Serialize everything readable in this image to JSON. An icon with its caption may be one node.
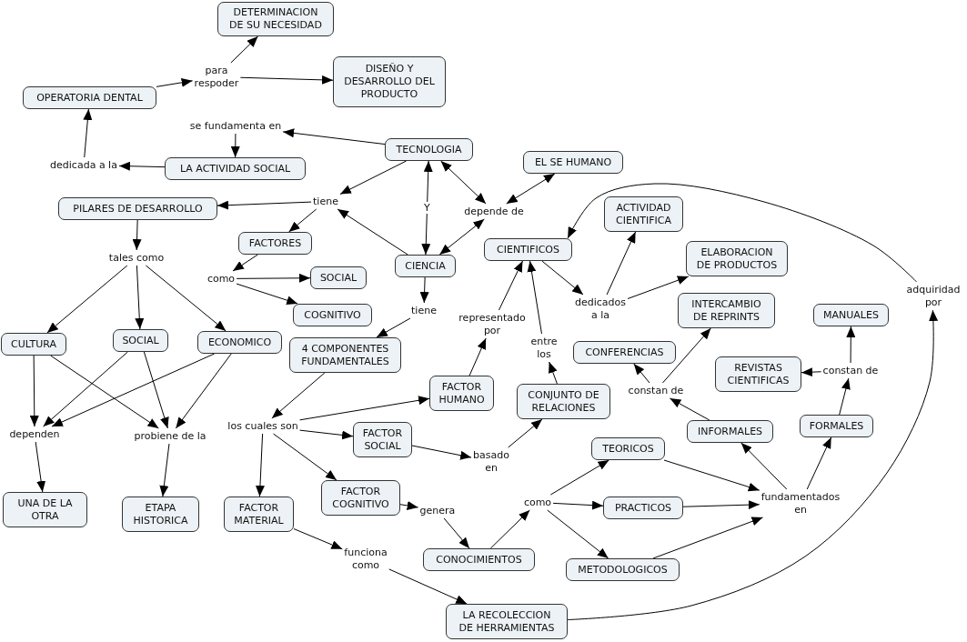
{
  "diagram": {
    "nodes": [
      {
        "text": [
          "DETERMINACION DE SU NECESIDAD"
        ]
      },
      {
        "text": [
          "para respoder"
        ]
      },
      {
        "text": [
          "DISEÑO Y DESARROLLO DEL PRODUCTO"
        ]
      },
      {
        "text": [
          "OPERATORIA DENTAL"
        ]
      },
      {
        "text": [
          "se fundamenta en"
        ]
      },
      {
        "text": [
          "TECNOLOGIA"
        ]
      },
      {
        "text": [
          "dedicada a la"
        ]
      },
      {
        "text": [
          "LA ACTIVIDAD SOCIAL"
        ]
      },
      {
        "text": [
          "EL SE HUMANO"
        ]
      },
      {
        "text": [
          "PILARES DE DESARROLLO"
        ]
      },
      {
        "text": [
          "tiene"
        ]
      },
      {
        "text": [
          "depende de"
        ]
      },
      {
        "text": [
          "ACTIVIDAD CIENTIFICA"
        ]
      },
      {
        "text": [
          "FACTORES"
        ]
      },
      {
        "text": [
          "CIENTIFICOS"
        ]
      },
      {
        "text": [
          "tales como"
        ]
      },
      {
        "text": [
          "CIENCIA"
        ]
      },
      {
        "text": [
          "ELABORACION DE PRODUCTOS"
        ]
      },
      {
        "text": [
          "como"
        ]
      },
      {
        "text": [
          "SOCIAL"
        ]
      },
      {
        "text": [
          "dedicados a la"
        ]
      },
      {
        "text": [
          "adquiridad por"
        ]
      },
      {
        "text": [
          "COGNITIVO"
        ]
      },
      {
        "text": [
          "tiene"
        ]
      },
      {
        "text": [
          "representado por"
        ]
      },
      {
        "text": [
          "INTERCAMBIO DE REPRINTS"
        ]
      },
      {
        "text": [
          "MANUALES"
        ]
      },
      {
        "text": [
          "CULTURA"
        ]
      },
      {
        "text": [
          "SOCIAL"
        ]
      },
      {
        "text": [
          "ECONOMICO"
        ]
      },
      {
        "text": [
          "4 COMPONENTES FUNDAMENTALES"
        ]
      },
      {
        "text": [
          "entre los"
        ]
      },
      {
        "text": [
          "CONFERENCIAS"
        ]
      },
      {
        "text": [
          "REVISTAS CIENTIFICAS"
        ]
      },
      {
        "text": [
          "constan de"
        ]
      },
      {
        "text": [
          "FACTOR HUMANO"
        ]
      },
      {
        "text": [
          "CONJUNTO DE RELACIONES"
        ]
      },
      {
        "text": [
          "constan de"
        ]
      },
      {
        "text": [
          "los cuales son"
        ]
      },
      {
        "text": [
          "dependen"
        ]
      },
      {
        "text": [
          "probiene de la"
        ]
      },
      {
        "text": [
          "INFORMALES"
        ]
      },
      {
        "text": [
          "FORMALES"
        ]
      },
      {
        "text": [
          "FACTOR SOCIAL"
        ]
      },
      {
        "text": [
          "basado en"
        ]
      },
      {
        "text": [
          "TEORICOS"
        ]
      },
      {
        "text": [
          "fundamentados en"
        ]
      },
      {
        "text": [
          "como"
        ]
      },
      {
        "text": [
          "FACTOR COGNITIVO"
        ]
      },
      {
        "text": [
          "UNA DE LA OTRA"
        ]
      },
      {
        "text": [
          "ETAPA HISTORICA"
        ]
      },
      {
        "text": [
          "FACTOR MATERIAL"
        ]
      },
      {
        "text": [
          "genera"
        ]
      },
      {
        "text": [
          "PRACTICOS"
        ]
      },
      {
        "text": [
          "CONOCIMIENTOS"
        ]
      },
      {
        "text": [
          "METODOLOGICOS"
        ]
      },
      {
        "text": [
          "funciona como"
        ]
      },
      {
        "text": [
          "LA RECOLECCION DE HERRAMIENTAS"
        ]
      }
    ],
    "edges": [
      {
        "from": 3,
        "to": 1,
        "arrow": "to"
      },
      {
        "from": 1,
        "to": 0,
        "arrow": "to"
      },
      {
        "from": 1,
        "to": 2,
        "arrow": "to"
      },
      {
        "from": 5,
        "to": 4,
        "arrow": "to"
      },
      {
        "from": 4,
        "to": 7,
        "arrow": "to"
      },
      {
        "from": 7,
        "to": 6,
        "arrow": "to"
      },
      {
        "from": 6,
        "to": 3,
        "arrow": "to"
      },
      {
        "from": 5,
        "to": 10,
        "arrow": "to"
      },
      {
        "from": 16,
        "to": 10,
        "arrow": "to"
      },
      {
        "from": 10,
        "to": 9,
        "arrow": "to"
      },
      {
        "from": 10,
        "to": 13,
        "arrow": "to"
      },
      {
        "from": 5,
        "to": 16,
        "arrow": "both",
        "label": "Y"
      },
      {
        "from": 5,
        "to": 11,
        "arrow": "both"
      },
      {
        "from": 11,
        "to": 8,
        "arrow": "both"
      },
      {
        "from": 11,
        "to": 16,
        "arrow": "both"
      },
      {
        "from": 9,
        "to": 15,
        "arrow": "to"
      },
      {
        "from": 15,
        "to": 27,
        "arrow": "to"
      },
      {
        "from": 15,
        "to": 28,
        "arrow": "to"
      },
      {
        "from": 15,
        "to": 29,
        "arrow": "to"
      },
      {
        "from": 13,
        "to": 18,
        "arrow": "to"
      },
      {
        "from": 18,
        "to": 19,
        "arrow": "to"
      },
      {
        "from": 18,
        "to": 22,
        "arrow": "to"
      },
      {
        "from": 16,
        "to": 23,
        "arrow": "to"
      },
      {
        "from": 23,
        "to": 30,
        "arrow": "to"
      },
      {
        "from": 14,
        "to": 20,
        "arrow": "to"
      },
      {
        "from": 20,
        "to": 12,
        "arrow": "to"
      },
      {
        "from": 20,
        "to": 17,
        "arrow": "to"
      },
      {
        "from": 21,
        "to": 14,
        "arrow": "to"
      },
      {
        "from": 57,
        "to": 21,
        "arrow": "to"
      },
      {
        "from": 35,
        "to": 24,
        "arrow": "to"
      },
      {
        "from": 24,
        "to": 14,
        "arrow": "to"
      },
      {
        "from": 36,
        "to": 31,
        "arrow": "to"
      },
      {
        "from": 31,
        "to": 14,
        "arrow": "to"
      },
      {
        "from": 30,
        "to": 38,
        "arrow": "to"
      },
      {
        "from": 38,
        "to": 35,
        "arrow": "to"
      },
      {
        "from": 38,
        "to": 43,
        "arrow": "to"
      },
      {
        "from": 38,
        "to": 48,
        "arrow": "to"
      },
      {
        "from": 38,
        "to": 51,
        "arrow": "to"
      },
      {
        "from": 27,
        "to": 39,
        "arrow": "to"
      },
      {
        "from": 28,
        "to": 39,
        "arrow": "to"
      },
      {
        "from": 29,
        "to": 39,
        "arrow": "to"
      },
      {
        "from": 27,
        "to": 40,
        "arrow": "to"
      },
      {
        "from": 28,
        "to": 40,
        "arrow": "to"
      },
      {
        "from": 29,
        "to": 40,
        "arrow": "to"
      },
      {
        "from": 39,
        "to": 49,
        "arrow": "to"
      },
      {
        "from": 40,
        "to": 50,
        "arrow": "to"
      },
      {
        "from": 43,
        "to": 44,
        "arrow": "to"
      },
      {
        "from": 44,
        "to": 36,
        "arrow": "to"
      },
      {
        "from": 48,
        "to": 52,
        "arrow": "to"
      },
      {
        "from": 52,
        "to": 54,
        "arrow": "to"
      },
      {
        "from": 54,
        "to": 47,
        "arrow": "to"
      },
      {
        "from": 47,
        "to": 45,
        "arrow": "to"
      },
      {
        "from": 47,
        "to": 53,
        "arrow": "to"
      },
      {
        "from": 47,
        "to": 55,
        "arrow": "to"
      },
      {
        "from": 45,
        "to": 46,
        "arrow": "to"
      },
      {
        "from": 53,
        "to": 46,
        "arrow": "to"
      },
      {
        "from": 55,
        "to": 46,
        "arrow": "to"
      },
      {
        "from": 46,
        "to": 41,
        "arrow": "to"
      },
      {
        "from": 46,
        "to": 42,
        "arrow": "to"
      },
      {
        "from": 41,
        "to": 37,
        "arrow": "to"
      },
      {
        "from": 37,
        "to": 32,
        "arrow": "to"
      },
      {
        "from": 37,
        "to": 25,
        "arrow": "to"
      },
      {
        "from": 42,
        "to": 34,
        "arrow": "to"
      },
      {
        "from": 34,
        "to": 33,
        "arrow": "to"
      },
      {
        "from": 34,
        "to": 26,
        "arrow": "to"
      },
      {
        "from": 51,
        "to": 56,
        "arrow": "to"
      },
      {
        "from": 56,
        "to": 57,
        "arrow": "to"
      }
    ]
  }
}
